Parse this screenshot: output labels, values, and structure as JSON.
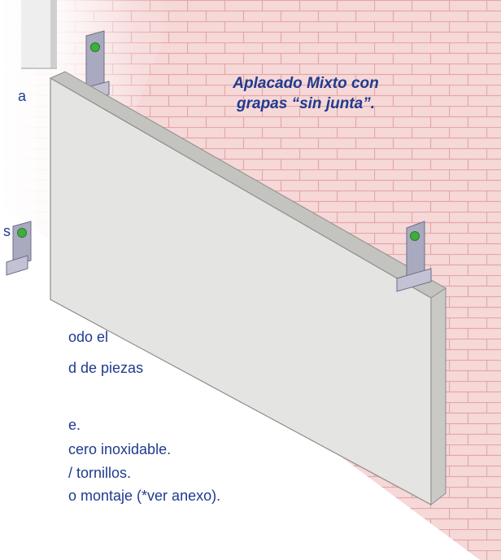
{
  "caption": {
    "line1": "Aplacado Mixto con",
    "line2": "grapas “sin junta”."
  },
  "fragments": {
    "f1": "a",
    "f2": "s",
    "f3": "odo el",
    "f4": "d de piezas",
    "f5": "e.",
    "f6": "cero inoxidable.",
    "f7": "/  tornillos.",
    "f8": "o montaje (*ver anexo)."
  },
  "colors": {
    "text": "#1f3b8f",
    "brick_fill": "#f6d8d8",
    "brick_line": "#e5a7a7",
    "panel_face": "#e4e4e2",
    "panel_edge": "#c3c3c0",
    "clamp": "#b3b3c7",
    "clamp_dot": "#3fae3f"
  }
}
